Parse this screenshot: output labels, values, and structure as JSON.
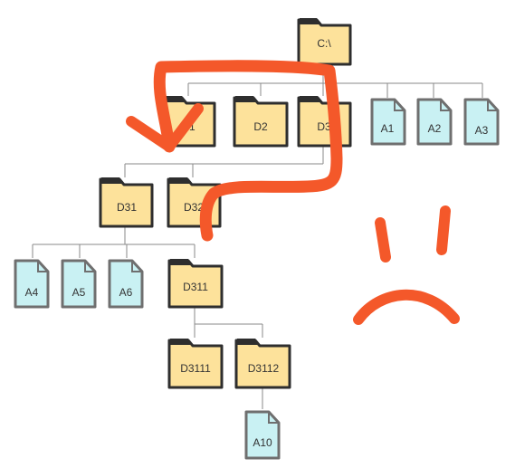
{
  "tree": {
    "root": {
      "label": "C:\\"
    },
    "level1": {
      "folders": [
        {
          "label": "D1"
        },
        {
          "label": "D2"
        },
        {
          "label": "D3"
        }
      ],
      "files": [
        {
          "label": "A1"
        },
        {
          "label": "A2"
        },
        {
          "label": "A3"
        }
      ]
    },
    "d3_children": {
      "folders": [
        {
          "label": "D31"
        },
        {
          "label": "D32"
        }
      ]
    },
    "d31_children": {
      "files": [
        {
          "label": "A4"
        },
        {
          "label": "A5"
        },
        {
          "label": "A6"
        }
      ],
      "folders": [
        {
          "label": "D311"
        }
      ]
    },
    "d311_children": {
      "folders": [
        {
          "label": "D3111"
        },
        {
          "label": "D3112"
        }
      ]
    },
    "d3112_children": {
      "files": [
        {
          "label": "A10"
        }
      ]
    }
  },
  "colors": {
    "folder_fill": "#fde29b",
    "folder_stroke": "#2e2e2e",
    "file_fill": "#c9f1f3",
    "file_stroke": "#6f6f6f",
    "connector": "#8a8a8a",
    "annotation": "#f4582a"
  }
}
